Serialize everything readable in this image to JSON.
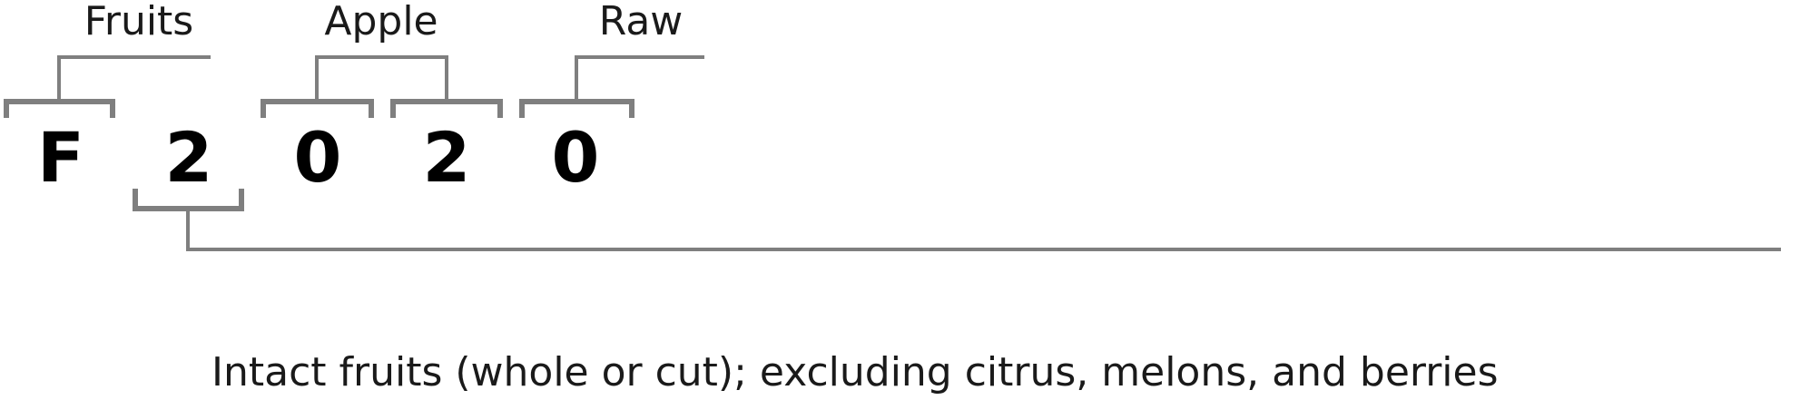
{
  "code": {
    "characters": [
      "F",
      "2",
      "0",
      "2",
      "0"
    ]
  },
  "labels": {
    "group": "Fruits",
    "food": "Apple",
    "form": "Raw",
    "subgroup": "Intact fruits (whole or cut); excluding citrus, melons, and berries"
  },
  "colors": {
    "bracket": "#7f7f7f",
    "text": "#000000"
  }
}
